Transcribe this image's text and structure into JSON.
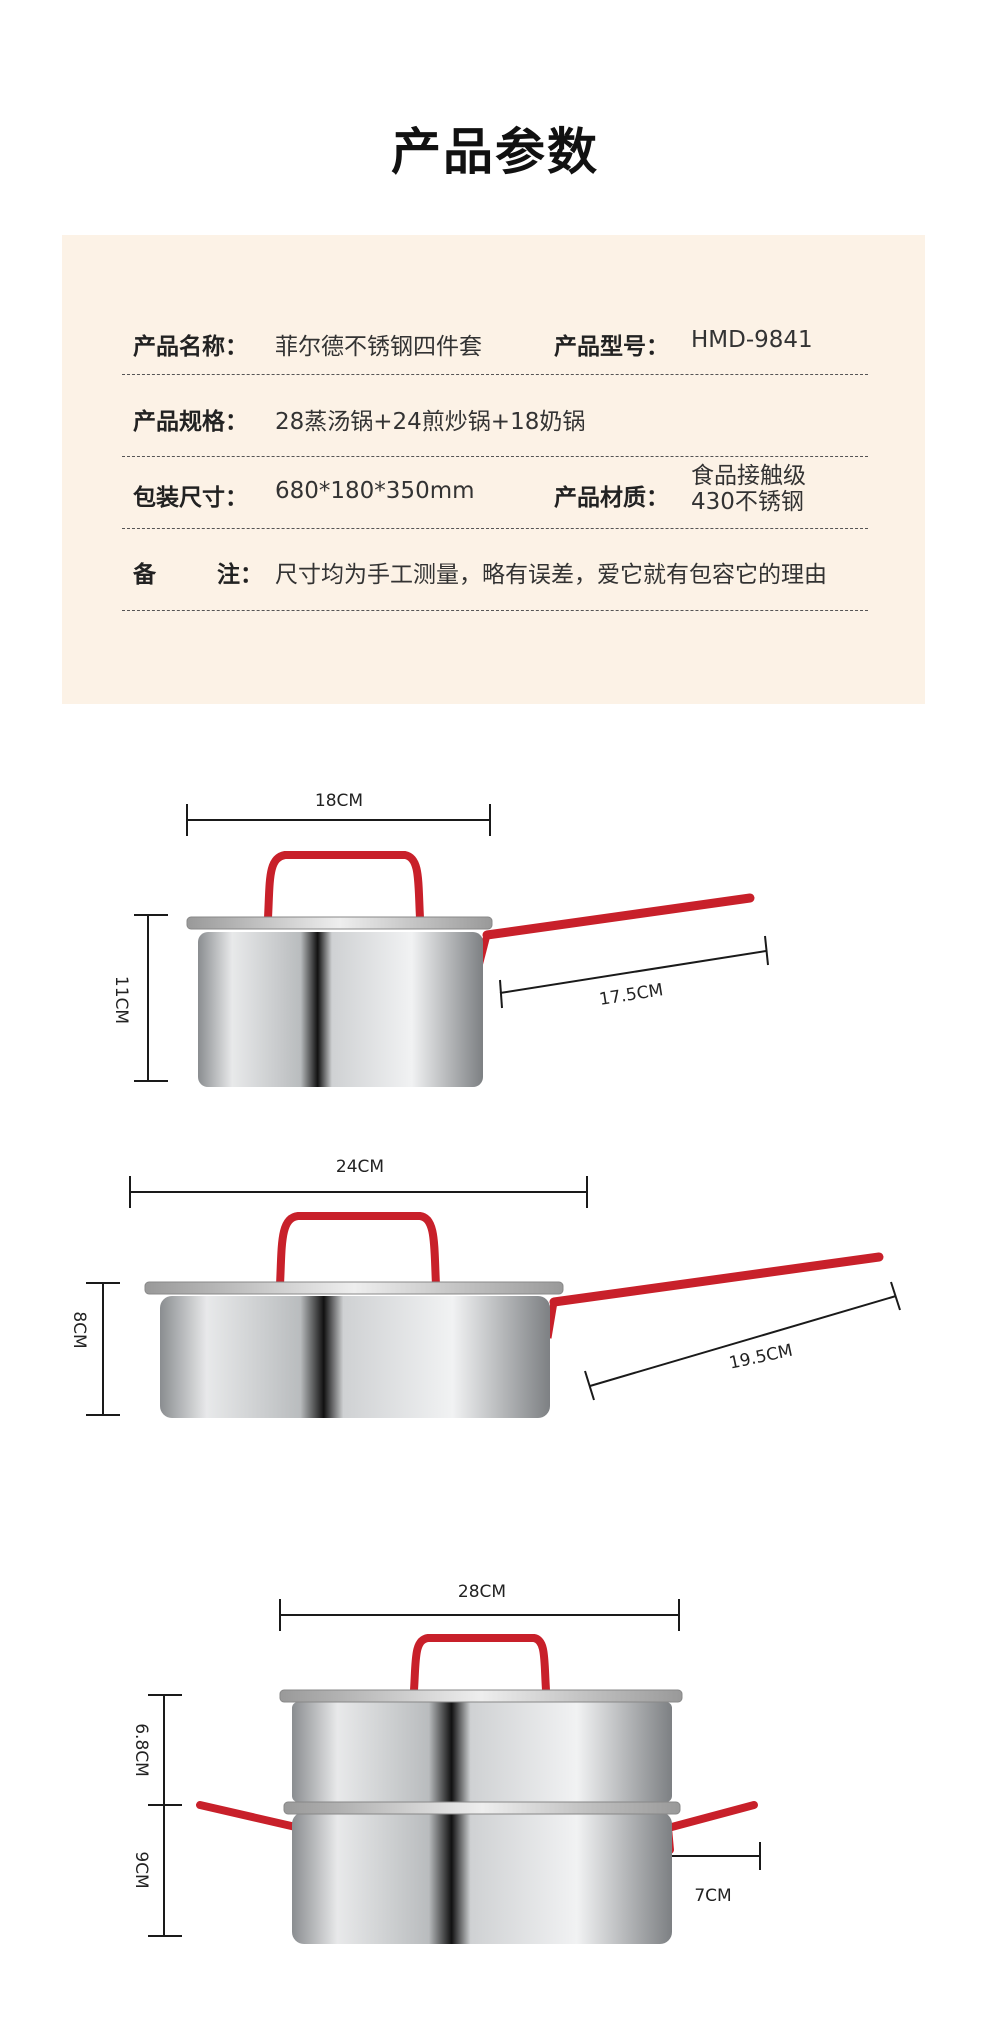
{
  "title": "产品参数",
  "params": {
    "name_label": "产品名称：",
    "name_value": "菲尔德不锈钢四件套",
    "model_label": "产品型号：",
    "model_value": "HMD-9841",
    "spec_label": "产品规格：",
    "spec_value": "28蒸汤锅+24煎炒锅+18奶锅",
    "package_label": "包装尺寸：",
    "package_value": "680*180*350mm",
    "material_label": "产品材质：",
    "material_value_line1": "食品接触级",
    "material_value_line2": "430不锈钢",
    "note_label_1": "备",
    "note_label_2": "注：",
    "note_value": "尺寸均为手工测量，略有误差，爱它就有包容它的理由"
  },
  "pots": {
    "milk_pot": {
      "width": "18CM",
      "height": "11CM",
      "handle": "17.5CM"
    },
    "fry_pan": {
      "width": "24CM",
      "height": "8CM",
      "handle": "19.5CM"
    },
    "steamer": {
      "width": "28CM",
      "upper_height": "6.8CM",
      "lower_height": "9CM",
      "handle": "7CM"
    }
  },
  "colors": {
    "panel": "#fcf2e6",
    "handle_red": "#c8202a",
    "steel": "#c9cbcd"
  }
}
